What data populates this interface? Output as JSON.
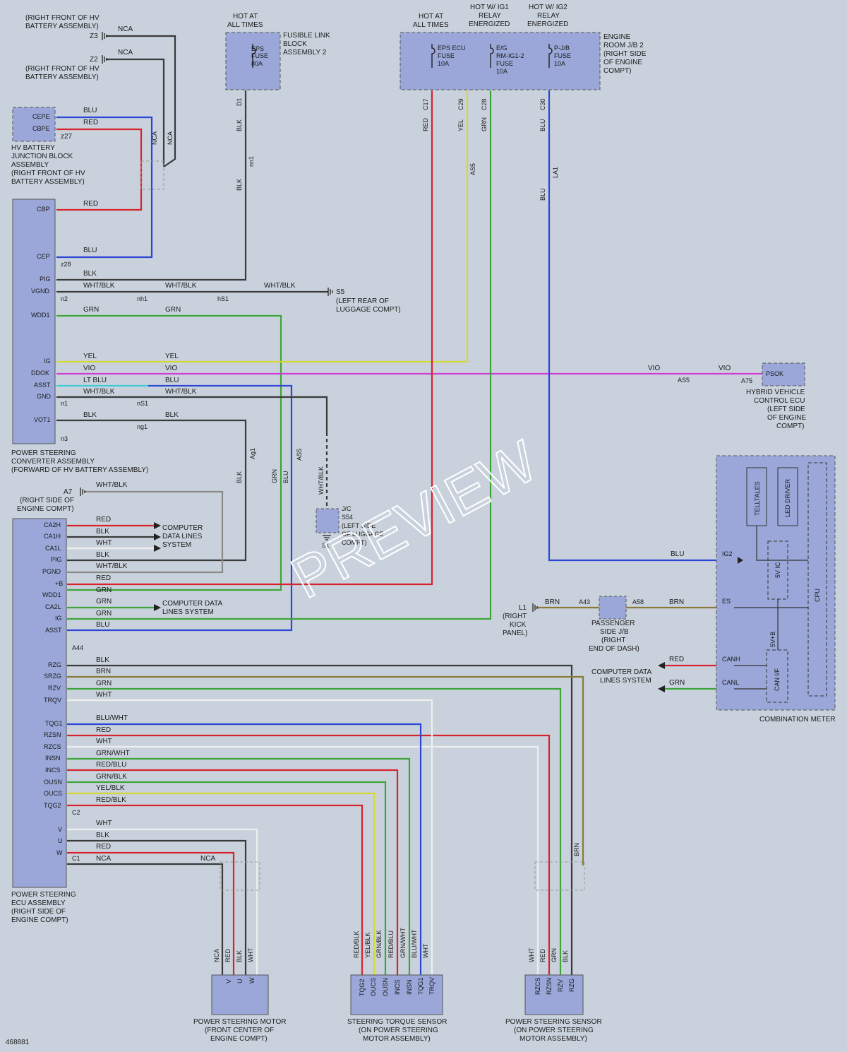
{
  "diagram_id": "468881",
  "watermark": "PREVIEW",
  "colors": {
    "background": "#c9d2dc",
    "component_fill": "#9aa7d8",
    "blue": "#2e46d6",
    "red": "#d8232c",
    "green": "#3ea43a",
    "yellow": "#d6d832",
    "violet": "#d23ad6",
    "lt_blue": "#3ec9d6",
    "black": "#3a3a3a",
    "white": "#eeeeee",
    "brown": "#8a7a3a",
    "gray": "#8a8a8a"
  },
  "components": {
    "hv_junction": {
      "lines": [
        "HV BATTERY",
        "JUNCTION BLOCK",
        "ASSEMBLY",
        "(RIGHT FRONT OF HV",
        "BATTERY ASSEMBLY)"
      ],
      "pins": [
        "CEPE",
        "CBPE"
      ],
      "connector": "z27"
    },
    "z3": {
      "label": "Z3",
      "wire": "NCA",
      "loc": [
        "(RIGHT FRONT OF HV",
        "BATTERY ASSEMBLY)"
      ]
    },
    "z2": {
      "label": "Z2",
      "wire": "NCA",
      "loc": [
        "(RIGHT FRONT OF HV",
        "BATTERY ASSEMBLY)"
      ]
    },
    "fusible_link": {
      "hot": [
        "HOT AT",
        "ALL TIMES"
      ],
      "fuse": [
        "EPS",
        "FUSE",
        "80A"
      ],
      "name": [
        "FUSIBLE LINK",
        "BLOCK",
        "ASSEMBLY 2"
      ],
      "pin": "D1"
    },
    "engine_jb": {
      "hot1": [
        "HOT AT",
        "ALL TIMES"
      ],
      "hot2": [
        "HOT W/ IG1",
        "RELAY",
        "ENERGIZED"
      ],
      "hot3": [
        "HOT W/ IG2",
        "RELAY",
        "ENERGIZED"
      ],
      "fuse1": [
        "EPS ECU",
        "FUSE",
        "10A"
      ],
      "fuse2": [
        "E/G",
        "RM-IG1-2",
        "FUSE",
        "10A"
      ],
      "fuse3": [
        "P-J/B",
        "FUSE",
        "10A"
      ],
      "name": [
        "ENGINE",
        "ROOM J/B 2",
        "(RIGHT SIDE",
        "OF ENGINE",
        "COMPT)"
      ],
      "pins": [
        "C17",
        "C29",
        "C28",
        "C30"
      ]
    },
    "converter": {
      "name": [
        "POWER STEERING",
        "CONVERTER ASSEMBLY",
        "(FORWARD OF HV BATTERY ASSEMBLY)"
      ],
      "pins": [
        "CBP",
        "CEP",
        "PIG",
        "VGND",
        "WDD1",
        "IG",
        "DDOK",
        "ASST",
        "GND",
        "VOT1"
      ],
      "connectors": [
        "z28",
        "n2",
        "n1",
        "n3"
      ]
    },
    "ecu": {
      "name": [
        "POWER STEERING",
        "ECU ASSEMBLY",
        "(RIGHT SIDE OF",
        "ENGINE COMPT)"
      ],
      "pins_a": [
        "CA2H",
        "CA1H",
        "CA1L",
        "PIG",
        "PGND",
        "+B",
        "WDD1",
        "CA2L",
        "IG",
        "ASST"
      ],
      "pins_b": [
        "RZG",
        "SRZG",
        "RZV",
        "TRQV",
        "TQG1",
        "RZSN",
        "RZCS",
        "INSN",
        "INCS",
        "OUSN",
        "OUCS",
        "TQG2"
      ],
      "pins_c": [
        "V",
        "U",
        "W"
      ],
      "connectors": [
        "A44",
        "C2",
        "C1"
      ]
    },
    "a7": {
      "label": "A7",
      "wire": "WHT/BLK",
      "loc": [
        "(RIGHT SIDE OF",
        "ENGINE COMPT)"
      ]
    },
    "s5": {
      "label": "S5",
      "loc": [
        "(LEFT REAR OF",
        "LUGGAGE COMPT)"
      ]
    },
    "jc": {
      "lines": [
        "J/C",
        "S54",
        "(LEFT SIDE",
        "OF LUGGAGE",
        "COMPT)"
      ],
      "ground": "S1"
    },
    "hv_ecu": {
      "pin": "PSOK",
      "connector": "A75",
      "name": [
        "HYBRID VEHICLE",
        "CONTROL ECU",
        "(LEFT SIDE",
        "OF ENGINE",
        "COMPT)"
      ]
    },
    "meter": {
      "name": "COMBINATION METER",
      "blocks": [
        "TELLTALES",
        "LED DRIVER",
        "CPU",
        "5V IC",
        "5V+B",
        "CAN I/F"
      ],
      "pins": [
        "IG2",
        "ES",
        "CANH",
        "CANL"
      ]
    },
    "l1": {
      "label": "L1",
      "loc": [
        "(RIGHT",
        "KICK",
        "PANEL)"
      ]
    },
    "passenger_jb": {
      "lines": [
        "PASSENGER",
        "SIDE J/B",
        "(RIGHT",
        "END OF DASH)"
      ],
      "pin_a": "A43",
      "pin_b": "A58"
    },
    "comp_data_1": [
      "COMPUTER",
      "DATA LINES",
      "SYSTEM"
    ],
    "comp_data_2": [
      "COMPUTER DATA",
      "LINES SYSTEM"
    ],
    "comp_data_3": [
      "COMPUTER DATA",
      "LINES SYSTEM"
    ],
    "motor": {
      "name": [
        "POWER STEERING MOTOR",
        "(FRONT CENTER OF",
        "ENGINE COMPT)"
      ],
      "pins": [
        "V",
        "U",
        "W"
      ]
    },
    "torque": {
      "name": [
        "STEERING TORQUE SENSOR",
        "(ON POWER STEERING",
        "MOTOR ASSEMBLY)"
      ],
      "pins": [
        "TQG2",
        "OUCS",
        "OUSN",
        "INCS",
        "INSN",
        "TQG1",
        "TRQV"
      ]
    },
    "pss": {
      "name": [
        "POWER STEERING SENSOR",
        "(ON POWER STEERING",
        "MOTOR ASSEMBLY)"
      ],
      "pins": [
        "RZCS",
        "RZSN",
        "RZV",
        "RZG"
      ]
    }
  },
  "connectors": [
    "nh1",
    "hS1",
    "nS1",
    "ng1",
    "nn1",
    "AS5",
    "LA1",
    "Ag1"
  ],
  "wire_colors": [
    "BLU",
    "RED",
    "GRN",
    "YEL",
    "VIO",
    "LT BLU",
    "WHT/BLK",
    "BLK",
    "BRN",
    "WHT",
    "NCA",
    "BLU/WHT",
    "GRN/WHT",
    "RED/BLU",
    "GRN/BLK",
    "YEL/BLK",
    "RED/BLK"
  ]
}
